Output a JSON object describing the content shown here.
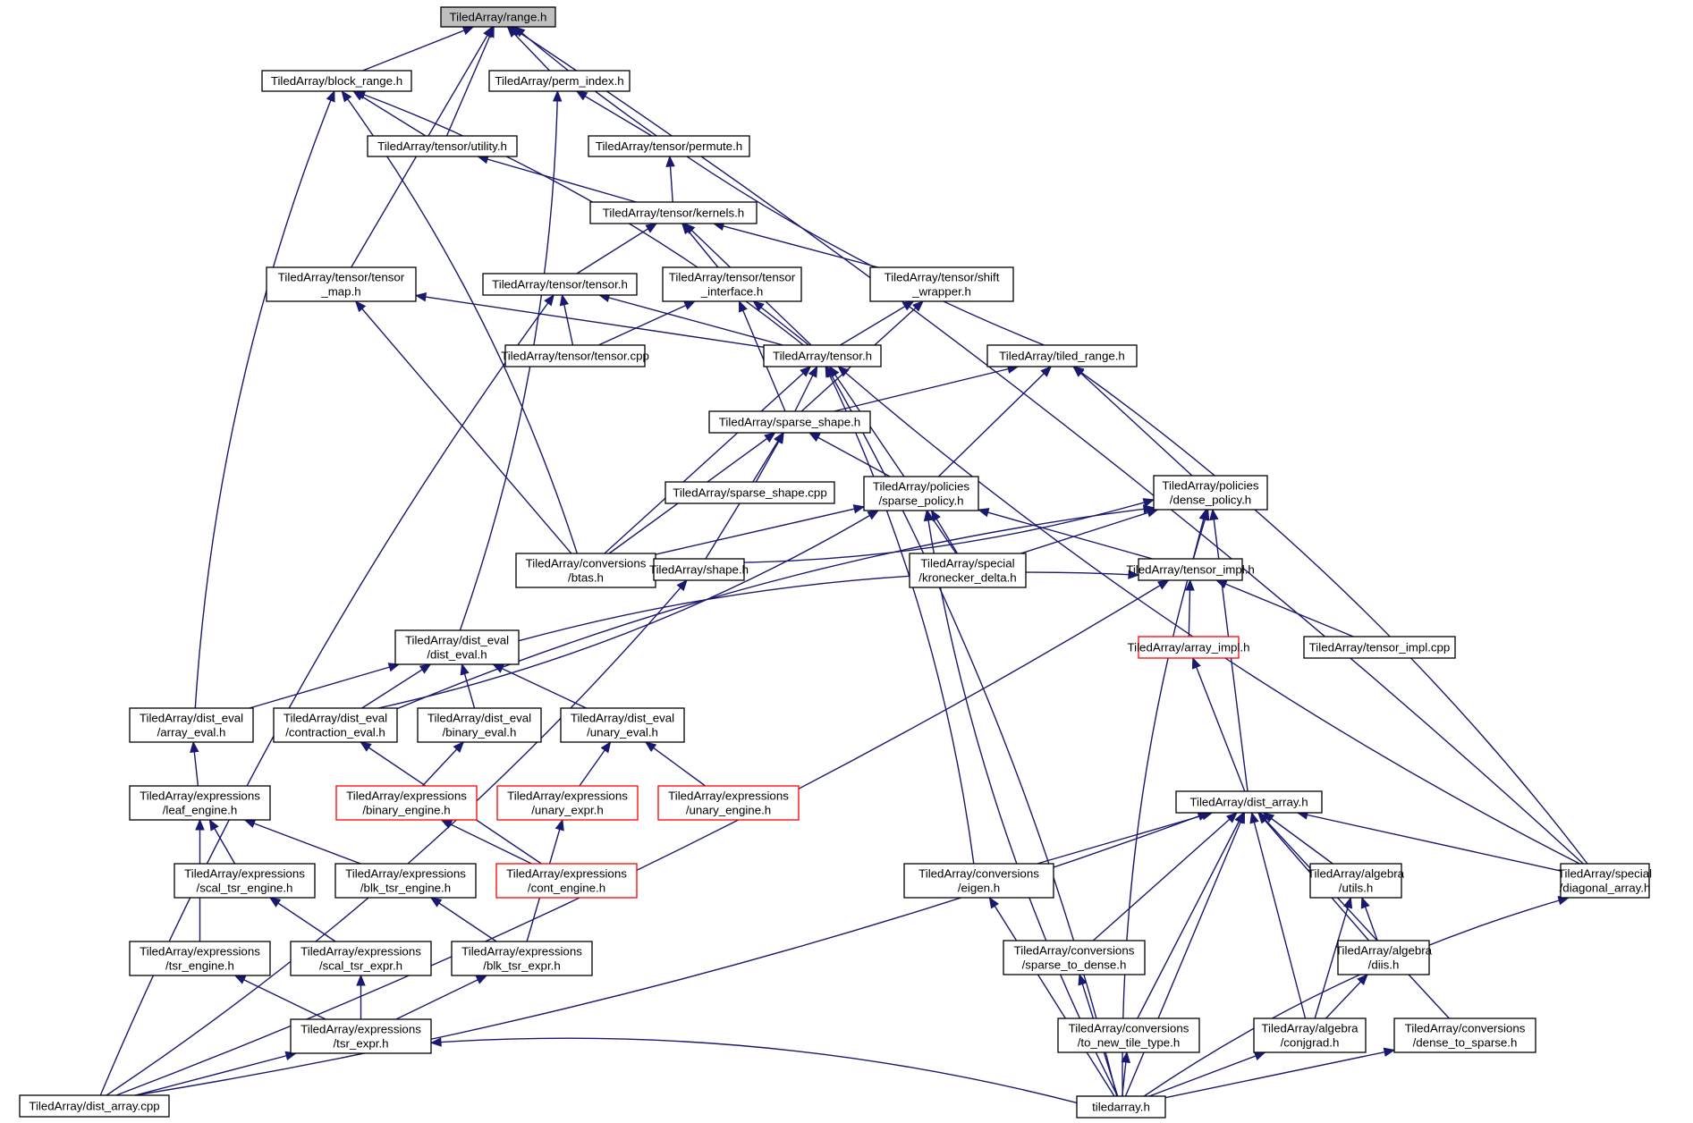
{
  "title": "TiledArray/range.h include dependency graph",
  "colors": {
    "edge": "#191970",
    "root_fill": "#bfbfbf",
    "node_border": "#000000",
    "incomplete_border": "#ff0000",
    "background": "#ffffff"
  },
  "nodes": [
    {
      "id": "range_h",
      "lines": [
        "TiledArray/range.h"
      ],
      "style": "root"
    },
    {
      "id": "block_range_h",
      "lines": [
        "TiledArray/block_range.h"
      ],
      "style": "normal"
    },
    {
      "id": "perm_index_h",
      "lines": [
        "TiledArray/perm_index.h"
      ],
      "style": "normal"
    },
    {
      "id": "tensor_utility_h",
      "lines": [
        "TiledArray/tensor/utility.h"
      ],
      "style": "normal"
    },
    {
      "id": "tensor_permute_h",
      "lines": [
        "TiledArray/tensor/permute.h"
      ],
      "style": "normal"
    },
    {
      "id": "tensor_kernels_h",
      "lines": [
        "TiledArray/tensor/kernels.h"
      ],
      "style": "normal"
    },
    {
      "id": "tensor_tensor_map_h",
      "lines": [
        "TiledArray/tensor/tensor",
        "_map.h"
      ],
      "style": "normal"
    },
    {
      "id": "tensor_tensor_h",
      "lines": [
        "TiledArray/tensor/tensor.h"
      ],
      "style": "normal"
    },
    {
      "id": "tensor_tensor_interface_h",
      "lines": [
        "TiledArray/tensor/tensor",
        "_interface.h"
      ],
      "style": "normal"
    },
    {
      "id": "tensor_shift_wrapper_h",
      "lines": [
        "TiledArray/tensor/shift",
        "_wrapper.h"
      ],
      "style": "normal"
    },
    {
      "id": "tensor_tensor_cpp",
      "lines": [
        "TiledArray/tensor/tensor.cpp"
      ],
      "style": "normal"
    },
    {
      "id": "tensor_h",
      "lines": [
        "TiledArray/tensor.h"
      ],
      "style": "normal"
    },
    {
      "id": "tiled_range_h",
      "lines": [
        "TiledArray/tiled_range.h"
      ],
      "style": "normal"
    },
    {
      "id": "sparse_shape_h",
      "lines": [
        "TiledArray/sparse_shape.h"
      ],
      "style": "normal"
    },
    {
      "id": "sparse_shape_cpp",
      "lines": [
        "TiledArray/sparse_shape.cpp"
      ],
      "style": "normal"
    },
    {
      "id": "sparse_policy_h",
      "lines": [
        "TiledArray/policies",
        "/sparse_policy.h"
      ],
      "style": "normal"
    },
    {
      "id": "dense_policy_h",
      "lines": [
        "TiledArray/policies",
        "/dense_policy.h"
      ],
      "style": "normal"
    },
    {
      "id": "conversions_btas_h",
      "lines": [
        "TiledArray/conversions",
        "/btas.h"
      ],
      "style": "normal"
    },
    {
      "id": "shape_h",
      "lines": [
        "TiledArray/shape.h"
      ],
      "style": "normal"
    },
    {
      "id": "kronecker_delta_h",
      "lines": [
        "TiledArray/special",
        "/kronecker_delta.h"
      ],
      "style": "normal"
    },
    {
      "id": "tensor_impl_h",
      "lines": [
        "TiledArray/tensor_impl.h"
      ],
      "style": "normal"
    },
    {
      "id": "array_impl_h",
      "lines": [
        "TiledArray/array_impl.h"
      ],
      "style": "incomplete"
    },
    {
      "id": "tensor_impl_cpp",
      "lines": [
        "TiledArray/tensor_impl.cpp"
      ],
      "style": "normal"
    },
    {
      "id": "dist_eval_h",
      "lines": [
        "TiledArray/dist_eval",
        "/dist_eval.h"
      ],
      "style": "normal"
    },
    {
      "id": "array_eval_h",
      "lines": [
        "TiledArray/dist_eval",
        "/array_eval.h"
      ],
      "style": "normal"
    },
    {
      "id": "contraction_eval_h",
      "lines": [
        "TiledArray/dist_eval",
        "/contraction_eval.h"
      ],
      "style": "normal"
    },
    {
      "id": "binary_eval_h",
      "lines": [
        "TiledArray/dist_eval",
        "/binary_eval.h"
      ],
      "style": "normal"
    },
    {
      "id": "unary_eval_h",
      "lines": [
        "TiledArray/dist_eval",
        "/unary_eval.h"
      ],
      "style": "normal"
    },
    {
      "id": "leaf_engine_h",
      "lines": [
        "TiledArray/expressions",
        "/leaf_engine.h"
      ],
      "style": "normal"
    },
    {
      "id": "binary_engine_h",
      "lines": [
        "TiledArray/expressions",
        "/binary_engine.h"
      ],
      "style": "incomplete"
    },
    {
      "id": "unary_expr_h",
      "lines": [
        "TiledArray/expressions",
        "/unary_expr.h"
      ],
      "style": "incomplete"
    },
    {
      "id": "unary_engine_h",
      "lines": [
        "TiledArray/expressions",
        "/unary_engine.h"
      ],
      "style": "incomplete"
    },
    {
      "id": "scal_tsr_engine_h",
      "lines": [
        "TiledArray/expressions",
        "/scal_tsr_engine.h"
      ],
      "style": "normal"
    },
    {
      "id": "blk_tsr_engine_h",
      "lines": [
        "TiledArray/expressions",
        "/blk_tsr_engine.h"
      ],
      "style": "normal"
    },
    {
      "id": "cont_engine_h",
      "lines": [
        "TiledArray/expressions",
        "/cont_engine.h"
      ],
      "style": "incomplete"
    },
    {
      "id": "tsr_engine_h",
      "lines": [
        "TiledArray/expressions",
        "/tsr_engine.h"
      ],
      "style": "normal"
    },
    {
      "id": "scal_tsr_expr_h",
      "lines": [
        "TiledArray/expressions",
        "/scal_tsr_expr.h"
      ],
      "style": "normal"
    },
    {
      "id": "blk_tsr_expr_h",
      "lines": [
        "TiledArray/expressions",
        "/blk_tsr_expr.h"
      ],
      "style": "normal"
    },
    {
      "id": "tsr_expr_h",
      "lines": [
        "TiledArray/expressions",
        "/tsr_expr.h"
      ],
      "style": "normal"
    },
    {
      "id": "dist_array_cpp",
      "lines": [
        "TiledArray/dist_array.cpp"
      ],
      "style": "normal"
    },
    {
      "id": "dist_array_h",
      "lines": [
        "TiledArray/dist_array.h"
      ],
      "style": "normal"
    },
    {
      "id": "conversions_eigen_h",
      "lines": [
        "TiledArray/conversions",
        "/eigen.h"
      ],
      "style": "normal"
    },
    {
      "id": "sparse_to_dense_h",
      "lines": [
        "TiledArray/conversions",
        "/sparse_to_dense.h"
      ],
      "style": "normal"
    },
    {
      "id": "to_new_tile_type_h",
      "lines": [
        "TiledArray/conversions",
        "/to_new_tile_type.h"
      ],
      "style": "normal"
    },
    {
      "id": "algebra_utils_h",
      "lines": [
        "TiledArray/algebra",
        "/utils.h"
      ],
      "style": "normal"
    },
    {
      "id": "algebra_diis_h",
      "lines": [
        "TiledArray/algebra",
        "/diis.h"
      ],
      "style": "normal"
    },
    {
      "id": "algebra_conjgrad_h",
      "lines": [
        "TiledArray/algebra",
        "/conjgrad.h"
      ],
      "style": "normal"
    },
    {
      "id": "dense_to_sparse_h",
      "lines": [
        "TiledArray/conversions",
        "/dense_to_sparse.h"
      ],
      "style": "normal"
    },
    {
      "id": "diagonal_array_h",
      "lines": [
        "TiledArray/special",
        "/diagonal_array.h"
      ],
      "style": "normal"
    },
    {
      "id": "tiledarray_h",
      "lines": [
        "tiledarray.h"
      ],
      "style": "normal"
    }
  ],
  "edges": [
    [
      "block_range_h",
      "range_h"
    ],
    [
      "perm_index_h",
      "range_h"
    ],
    [
      "tensor_utility_h",
      "range_h"
    ],
    [
      "tensor_tensor_map_h",
      "range_h"
    ],
    [
      "tiled_range_h",
      "range_h"
    ],
    [
      "diagonal_array_h",
      "range_h"
    ],
    [
      "tensor_utility_h",
      "block_range_h"
    ],
    [
      "tensor_h",
      "block_range_h"
    ],
    [
      "array_eval_h",
      "block_range_h"
    ],
    [
      "conversions_btas_h",
      "block_range_h"
    ],
    [
      "tensor_permute_h",
      "perm_index_h"
    ],
    [
      "dist_eval_h",
      "perm_index_h"
    ],
    [
      "tensor_kernels_h",
      "tensor_utility_h"
    ],
    [
      "tensor_kernels_h",
      "tensor_permute_h"
    ],
    [
      "tensor_tensor_h",
      "tensor_kernels_h"
    ],
    [
      "tensor_tensor_interface_h",
      "tensor_kernels_h"
    ],
    [
      "tensor_shift_wrapper_h",
      "tensor_kernels_h"
    ],
    [
      "tensor_h",
      "tensor_kernels_h"
    ],
    [
      "tensor_h",
      "tensor_tensor_map_h"
    ],
    [
      "conversions_btas_h",
      "tensor_tensor_map_h"
    ],
    [
      "tensor_tensor_cpp",
      "tensor_tensor_h"
    ],
    [
      "tensor_h",
      "tensor_tensor_h"
    ],
    [
      "dist_array_cpp",
      "tensor_tensor_h"
    ],
    [
      "tensor_tensor_cpp",
      "tensor_tensor_interface_h"
    ],
    [
      "tensor_h",
      "tensor_tensor_interface_h"
    ],
    [
      "sparse_shape_h",
      "tensor_tensor_interface_h"
    ],
    [
      "tensor_h",
      "tensor_shift_wrapper_h"
    ],
    [
      "sparse_shape_h",
      "tensor_shift_wrapper_h"
    ],
    [
      "sparse_shape_h",
      "tensor_h"
    ],
    [
      "conversions_btas_h",
      "tensor_h"
    ],
    [
      "kronecker_delta_h",
      "tensor_h"
    ],
    [
      "conversions_eigen_h",
      "tensor_h"
    ],
    [
      "diagonal_array_h",
      "tensor_h"
    ],
    [
      "tiledarray_h",
      "tensor_h"
    ],
    [
      "sparse_shape_h",
      "tiled_range_h"
    ],
    [
      "sparse_policy_h",
      "tiled_range_h"
    ],
    [
      "dense_policy_h",
      "tiled_range_h"
    ],
    [
      "diagonal_array_h",
      "tiled_range_h"
    ],
    [
      "sparse_shape_cpp",
      "sparse_shape_h"
    ],
    [
      "sparse_policy_h",
      "sparse_shape_h"
    ],
    [
      "shape_h",
      "sparse_shape_h"
    ],
    [
      "conversions_btas_h",
      "sparse_shape_h"
    ],
    [
      "conversions_btas_h",
      "sparse_policy_h"
    ],
    [
      "kronecker_delta_h",
      "sparse_policy_h"
    ],
    [
      "tensor_impl_h",
      "sparse_policy_h"
    ],
    [
      "contraction_eval_h",
      "sparse_policy_h"
    ],
    [
      "tiledarray_h",
      "sparse_policy_h"
    ],
    [
      "conversions_btas_h",
      "dense_policy_h"
    ],
    [
      "kronecker_delta_h",
      "dense_policy_h"
    ],
    [
      "tensor_impl_h",
      "dense_policy_h"
    ],
    [
      "contraction_eval_h",
      "dense_policy_h"
    ],
    [
      "dist_array_h",
      "dense_policy_h"
    ],
    [
      "tiledarray_h",
      "dense_policy_h"
    ],
    [
      "dist_array_cpp",
      "shape_h"
    ],
    [
      "array_impl_h",
      "tensor_impl_h"
    ],
    [
      "tensor_impl_cpp",
      "tensor_impl_h"
    ],
    [
      "dist_eval_h",
      "tensor_impl_h"
    ],
    [
      "dist_array_cpp",
      "tensor_impl_h"
    ],
    [
      "dist_array_h",
      "array_impl_h"
    ],
    [
      "array_eval_h",
      "dist_eval_h"
    ],
    [
      "contraction_eval_h",
      "dist_eval_h"
    ],
    [
      "binary_eval_h",
      "dist_eval_h"
    ],
    [
      "unary_eval_h",
      "dist_eval_h"
    ],
    [
      "leaf_engine_h",
      "array_eval_h"
    ],
    [
      "cont_engine_h",
      "contraction_eval_h"
    ],
    [
      "binary_engine_h",
      "binary_eval_h"
    ],
    [
      "unary_expr_h",
      "unary_eval_h"
    ],
    [
      "unary_engine_h",
      "unary_eval_h"
    ],
    [
      "scal_tsr_engine_h",
      "leaf_engine_h"
    ],
    [
      "blk_tsr_engine_h",
      "leaf_engine_h"
    ],
    [
      "tsr_engine_h",
      "leaf_engine_h"
    ],
    [
      "cont_engine_h",
      "binary_engine_h"
    ],
    [
      "blk_tsr_expr_h",
      "unary_expr_h"
    ],
    [
      "scal_tsr_expr_h",
      "scal_tsr_engine_h"
    ],
    [
      "blk_tsr_expr_h",
      "blk_tsr_engine_h"
    ],
    [
      "tsr_expr_h",
      "tsr_engine_h"
    ],
    [
      "tsr_expr_h",
      "scal_tsr_expr_h"
    ],
    [
      "tsr_expr_h",
      "blk_tsr_expr_h"
    ],
    [
      "dist_array_cpp",
      "tsr_expr_h"
    ],
    [
      "tiledarray_h",
      "tsr_expr_h"
    ],
    [
      "conversions_eigen_h",
      "dist_array_h"
    ],
    [
      "dist_array_cpp",
      "dist_array_h"
    ],
    [
      "sparse_to_dense_h",
      "dist_array_h"
    ],
    [
      "to_new_tile_type_h",
      "dist_array_h"
    ],
    [
      "tiledarray_h",
      "dist_array_h"
    ],
    [
      "algebra_conjgrad_h",
      "dist_array_h"
    ],
    [
      "algebra_utils_h",
      "dist_array_h"
    ],
    [
      "algebra_diis_h",
      "dist_array_h"
    ],
    [
      "dense_to_sparse_h",
      "dist_array_h"
    ],
    [
      "diagonal_array_h",
      "dist_array_h"
    ],
    [
      "tiledarray_h",
      "conversions_eigen_h"
    ],
    [
      "tiledarray_h",
      "sparse_to_dense_h"
    ],
    [
      "tiledarray_h",
      "to_new_tile_type_h"
    ],
    [
      "algebra_conjgrad_h",
      "algebra_utils_h"
    ],
    [
      "algebra_diis_h",
      "algebra_utils_h"
    ],
    [
      "algebra_conjgrad_h",
      "algebra_diis_h"
    ],
    [
      "tiledarray_h",
      "algebra_conjgrad_h"
    ],
    [
      "tiledarray_h",
      "dense_to_sparse_h"
    ],
    [
      "tiledarray_h",
      "diagonal_array_h"
    ]
  ]
}
